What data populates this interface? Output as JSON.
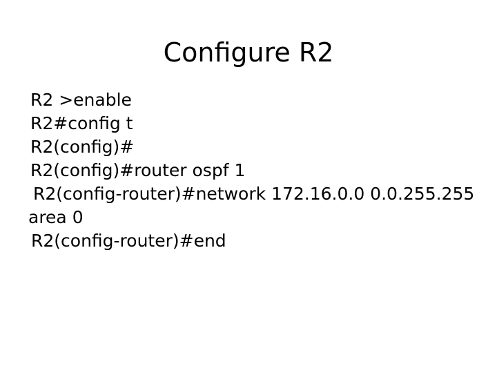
{
  "slide": {
    "title": "Configure R2",
    "background_color": "#ffffff",
    "text_color": "#000000"
  },
  "cli": {
    "lines": [
      {
        "text": "R2 >enable",
        "indent": "a"
      },
      {
        "text": "R2#config t",
        "indent": "a"
      },
      {
        "text": "R2(config)#",
        "indent": "a"
      },
      {
        "text": "R2(config)#router ospf 1",
        "indent": "a"
      },
      {
        "text": "R2(config-router)#network 172.16.0.0 0.0.255.255",
        "indent": "b"
      },
      {
        "text": "area 0",
        "indent": "c"
      },
      {
        "text": "R2(config-router)#end",
        "indent": "d"
      }
    ]
  }
}
